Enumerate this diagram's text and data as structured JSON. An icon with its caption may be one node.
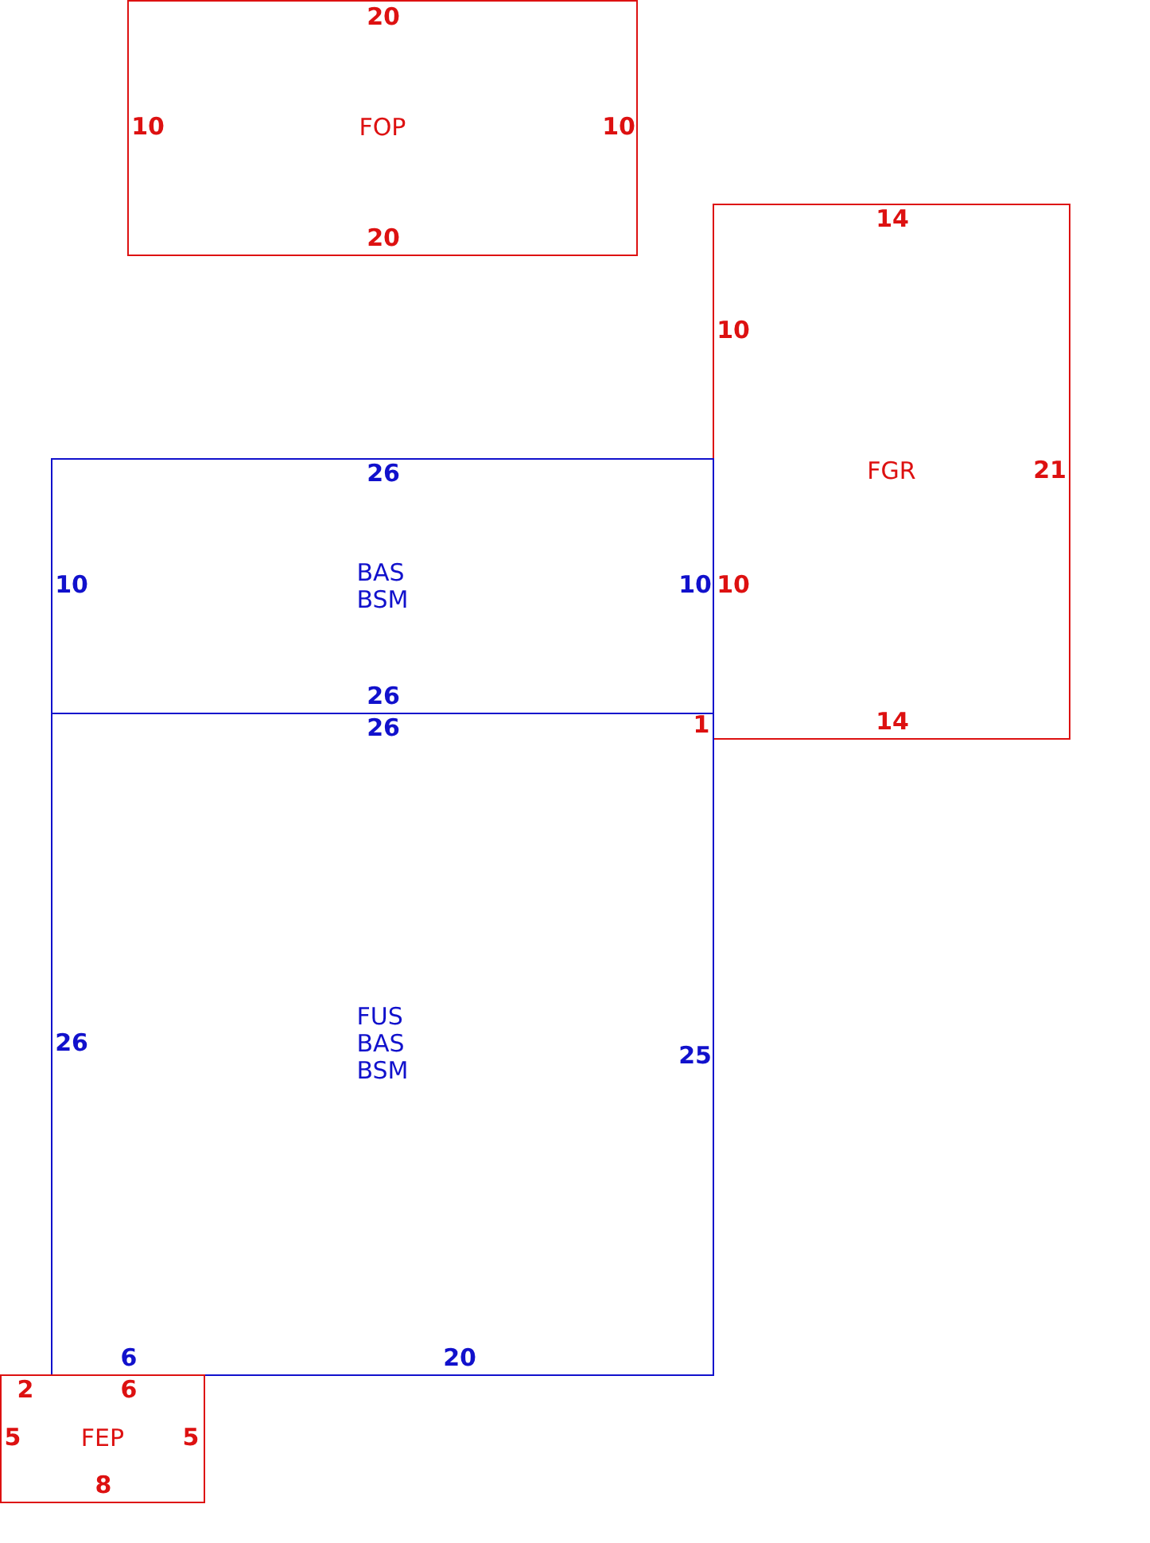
{
  "diagram": {
    "nodes": [
      {
        "text": [
          "FOP"
        ]
      },
      {
        "text": [
          "FGR"
        ]
      },
      {
        "text": [
          "BAS",
          "BSM"
        ]
      },
      {
        "text": [
          "FUS",
          "BAS",
          "BSM"
        ]
      },
      {
        "text": [
          "FEP"
        ]
      }
    ],
    "labels": [
      "20",
      "10",
      "10",
      "14",
      "20",
      "10",
      "21",
      "26",
      "10",
      "10",
      "10",
      "26",
      "14",
      "1",
      "26",
      "26",
      "25",
      "6",
      "20",
      "2",
      "6",
      "5",
      "5",
      "8"
    ]
  }
}
